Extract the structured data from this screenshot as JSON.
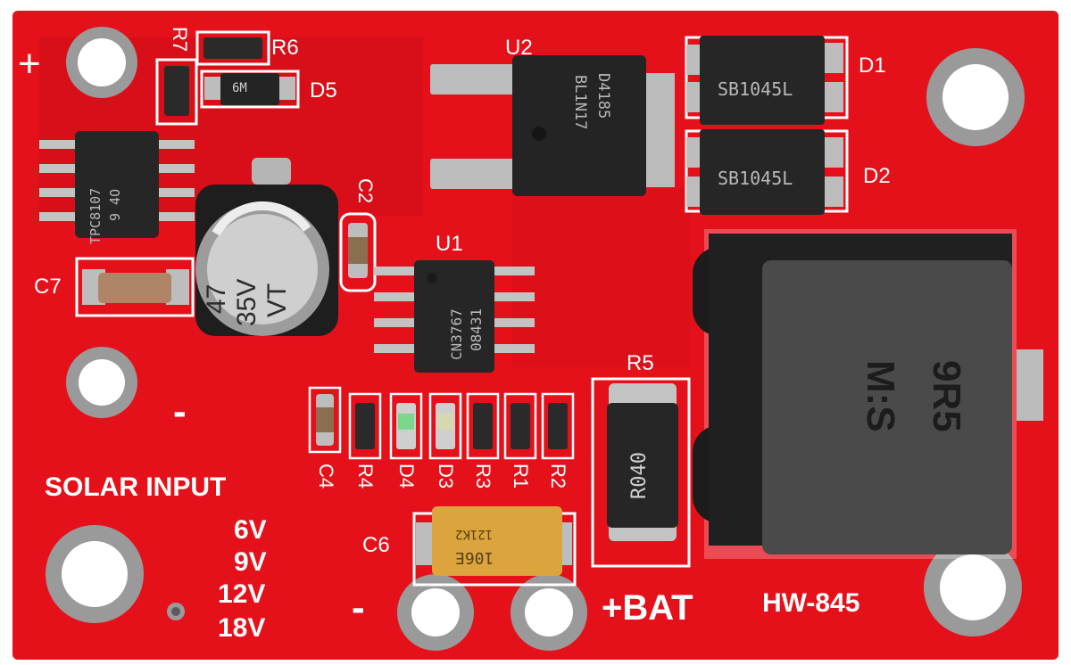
{
  "board": {
    "model": "HW-845",
    "input_label": "SOLAR INPUT",
    "voltages": [
      "6V",
      "9V",
      "12V",
      "18V"
    ],
    "plus_sign": "+",
    "minus_sign": "-",
    "battery_label": "+BAT"
  },
  "designators": {
    "R7": "R7",
    "R6": "R6",
    "D5": "D5",
    "U2": "U2",
    "D1": "D1",
    "D2": "D2",
    "C2": "C2",
    "U1": "U1",
    "C7": "C7",
    "R5": "R5",
    "C6": "C6",
    "C4": "C4",
    "R4": "R4",
    "D4": "D4",
    "D3": "D3",
    "R3": "R3",
    "R1": "R1",
    "R2": "R2"
  },
  "markings": {
    "mosfet": [
      "TPC8107",
      "9 4O"
    ],
    "capacitor": [
      "47",
      "35V",
      "VT"
    ],
    "controller": [
      "CN3767",
      "08431"
    ],
    "regulator": [
      "D4185",
      "BL1N17"
    ],
    "diode": "SB1045L",
    "shunt": "R040",
    "inductor": [
      "9R5",
      "M:S"
    ],
    "tantalum": [
      "121K2",
      "106E"
    ],
    "small_diode": "6M"
  },
  "colors": {
    "pcb": "#e4111b",
    "silkscreen": "#ffffff",
    "pad": "#b9b9b9",
    "chip": "#262626"
  }
}
